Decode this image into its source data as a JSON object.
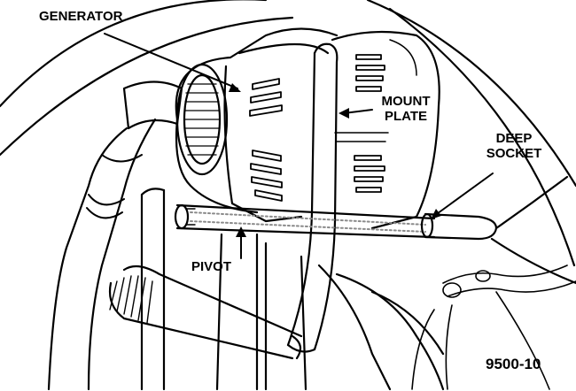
{
  "labels": {
    "generator": "GENERATOR",
    "mount_plate_line1": "MOUNT",
    "mount_plate_line2": "PLATE",
    "deep_socket_line1": "DEEP",
    "deep_socket_line2": "SOCKET",
    "pivot": "PIVOT"
  },
  "figure_id": "9500-10",
  "colors": {
    "ink": "#000000",
    "paper": "#ffffff",
    "shade": "#8a8a8a"
  }
}
